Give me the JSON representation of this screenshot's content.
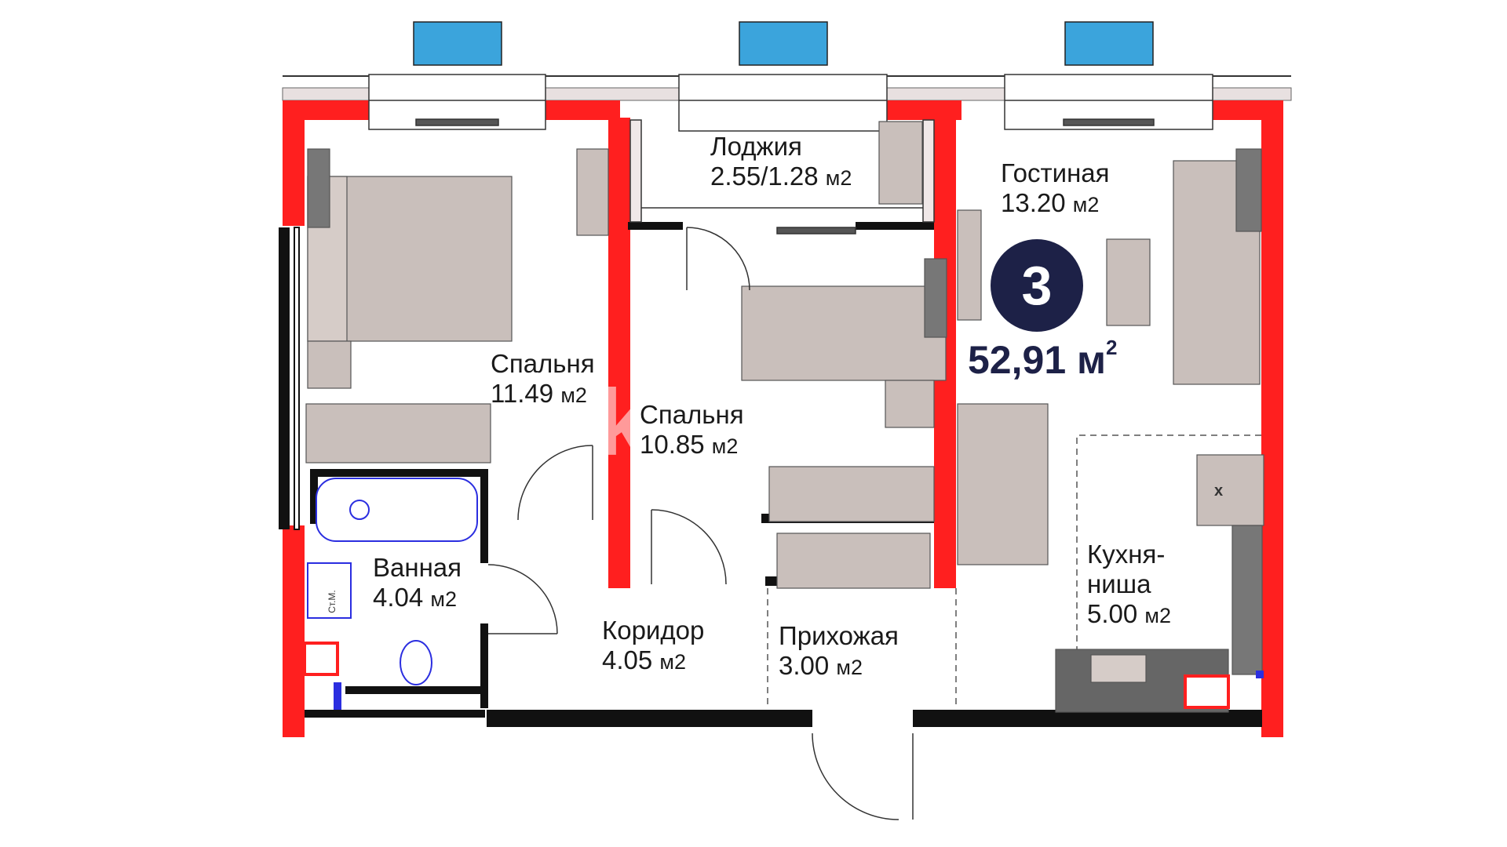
{
  "plan": {
    "rooms_count": "3",
    "total_area": {
      "value": "52,91 м",
      "sup": "2"
    },
    "watermark": "kn.kz",
    "colors": {
      "exterior_wall": "#ff1f1f",
      "interior_wall": "#111111",
      "furniture": "#c9bfbb",
      "badge": "#1d2147",
      "window_indicator": "#3ba4dc",
      "plumbing": "#2b2ee0"
    },
    "rooms": [
      {
        "id": "loggia",
        "name": "Лоджия",
        "area": "2.55/1.28",
        "unit": "м2"
      },
      {
        "id": "living",
        "name": "Гостиная",
        "area": "13.20",
        "unit": "м2"
      },
      {
        "id": "bedroom1",
        "name": "Спальня",
        "area": "11.49",
        "unit": "м2"
      },
      {
        "id": "bedroom2",
        "name": "Спальня",
        "area": "10.85",
        "unit": "м2"
      },
      {
        "id": "bath",
        "name": "Ванная",
        "area": "4.04",
        "unit": "м2"
      },
      {
        "id": "corridor",
        "name": "Коридор",
        "area": "4.05",
        "unit": "м2"
      },
      {
        "id": "hall",
        "name": "Прихожая",
        "area": "3.00",
        "unit": "м2"
      },
      {
        "id": "kitchen",
        "name": "Кухня-\nниша",
        "name_l1": "Кухня-",
        "name_l2": "ниша",
        "area": "5.00",
        "unit": "м2"
      }
    ],
    "fixture_labels": {
      "riser": "Ст.М.",
      "stove_mark": "x"
    }
  }
}
